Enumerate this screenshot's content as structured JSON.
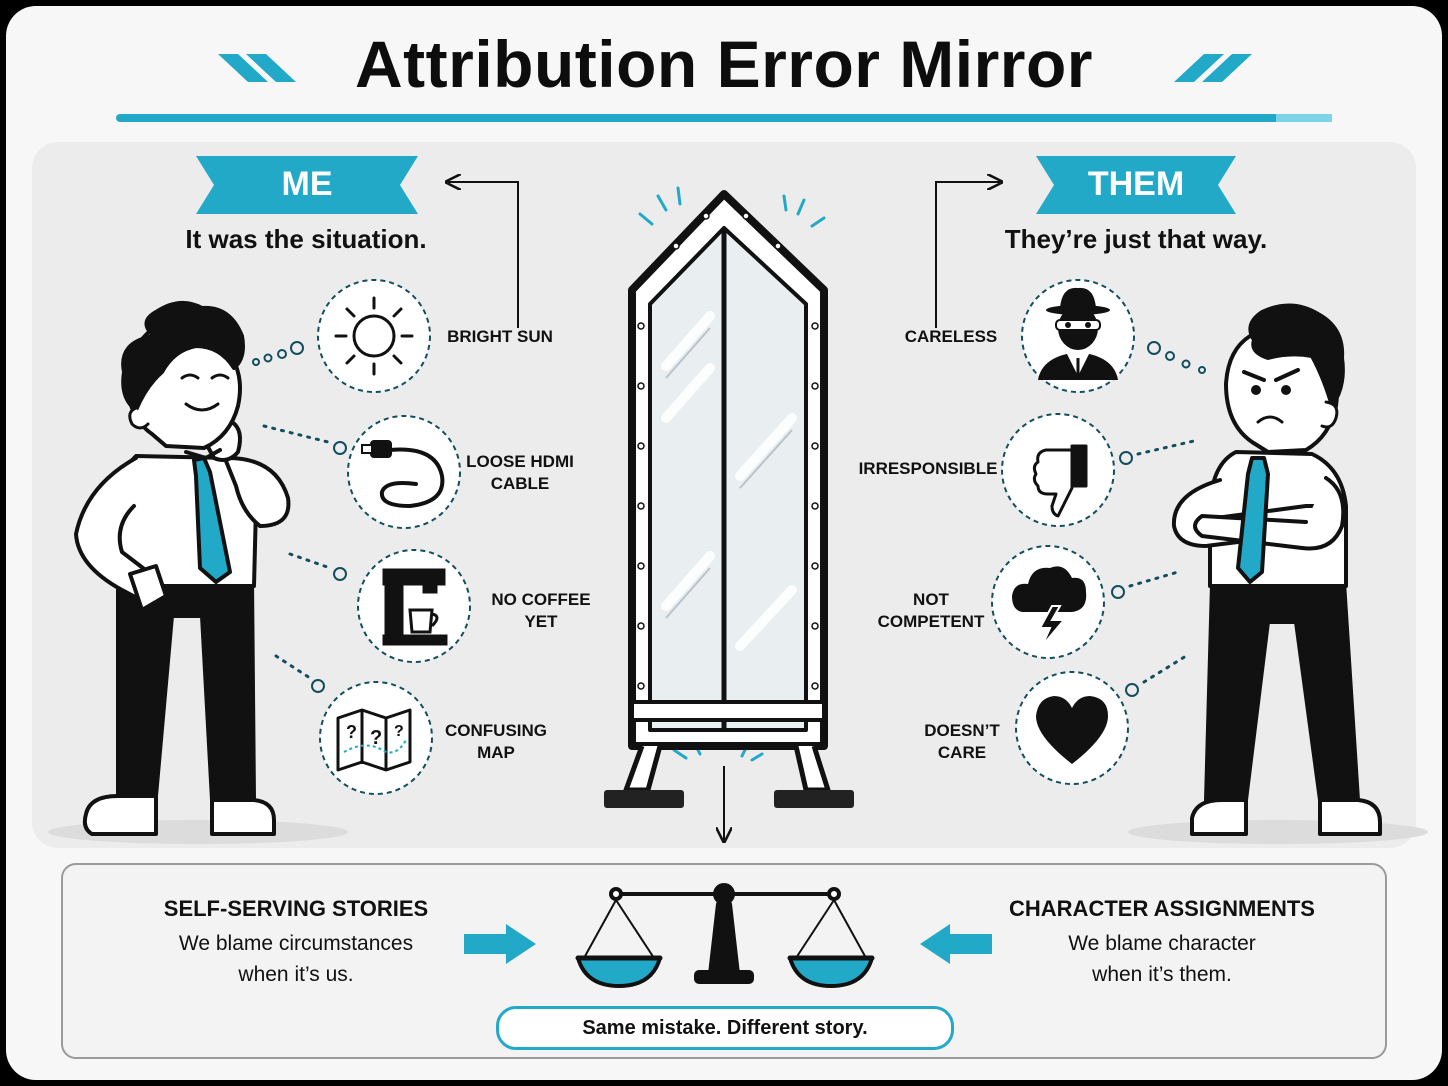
{
  "title": "Attribution Error Mirror",
  "colors": {
    "accent": "#23a9c8",
    "ink": "#111111",
    "panel": "#ececec",
    "background": "#f7f7f7"
  },
  "me": {
    "ribbon": "ME",
    "subtitle": "It was the situation.",
    "causes": [
      {
        "label": "BRIGHT SUN",
        "icon": "sun-icon"
      },
      {
        "label": "LOOSE HDMI CABLE",
        "icon": "hdmi-cable-icon"
      },
      {
        "label": "NO COFFEE YET",
        "icon": "coffee-maker-icon"
      },
      {
        "label": "CONFUSING MAP",
        "icon": "map-icon"
      }
    ]
  },
  "them": {
    "ribbon": "THEM",
    "subtitle": "They’re just that way.",
    "traits": [
      {
        "label": "CARELESS",
        "icon": "masked-spy-icon"
      },
      {
        "label": "IRRESPONSIBLE",
        "icon": "thumbs-down-icon"
      },
      {
        "label": "NOT COMPETENT",
        "icon": "storm-cloud-icon"
      },
      {
        "label": "DOESN’T CARE",
        "icon": "heart-icon"
      }
    ]
  },
  "bottom": {
    "left_heading": "SELF-SERVING STORIES",
    "left_line1": "We blame circumstances",
    "left_line2": "when it’s us.",
    "right_heading": "CHARACTER ASSIGNMENTS",
    "right_line1": "We blame character",
    "right_line2": "when it’s them.",
    "tagline": "Same mistake. Different story."
  }
}
